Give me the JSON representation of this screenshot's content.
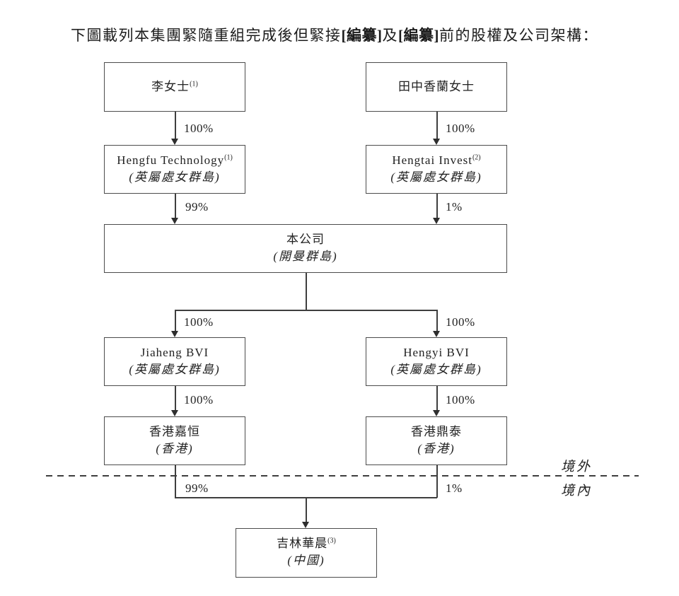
{
  "caption": {
    "part1": "下圖載列本集團緊隨重組完成後但緊接",
    "redacted1": "[編纂]",
    "part2": "及",
    "redacted2": "[編纂]",
    "part3": "前的股權及公司架構："
  },
  "boxes": {
    "li": {
      "name": "李女士",
      "sup": "(1)"
    },
    "tanaka": {
      "name": "田中香蘭女士"
    },
    "hengfu": {
      "name": "Hengfu Technology",
      "sup": "(1)",
      "location": "(英屬處女群島)"
    },
    "hengtai": {
      "name": "Hengtai Invest",
      "sup": "(2)",
      "location": "(英屬處女群島)"
    },
    "company": {
      "name": "本公司",
      "location": "(開曼群島)"
    },
    "jiaheng": {
      "name": "Jiaheng BVI",
      "location": "(英屬處女群島)"
    },
    "hengyi": {
      "name": "Hengyi BVI",
      "location": "(英屬處女群島)"
    },
    "hk_jiaheng": {
      "name": "香港嘉恒",
      "location": "(香港)"
    },
    "hk_dingtai": {
      "name": "香港鼎泰",
      "location": "(香港)"
    },
    "jilin": {
      "name": "吉林華晨",
      "sup": "(3)",
      "location": "(中國)"
    }
  },
  "edge_labels": {
    "li_to_hengfu": "100%",
    "tanaka_to_hengtai": "100%",
    "hengfu_to_company": "99%",
    "hengtai_to_company": "1%",
    "company_to_jiaheng": "100%",
    "company_to_hengyi": "100%",
    "jiaheng_to_hk": "100%",
    "hengyi_to_hk": "100%",
    "hk_jiaheng_to_jilin": "99%",
    "hk_dingtai_to_jilin": "1%"
  },
  "regions": {
    "offshore": "境外",
    "onshore": "境內"
  },
  "colors": {
    "line": "#3e3e3e",
    "text": "#1f1f1f",
    "background": "#ffffff"
  }
}
